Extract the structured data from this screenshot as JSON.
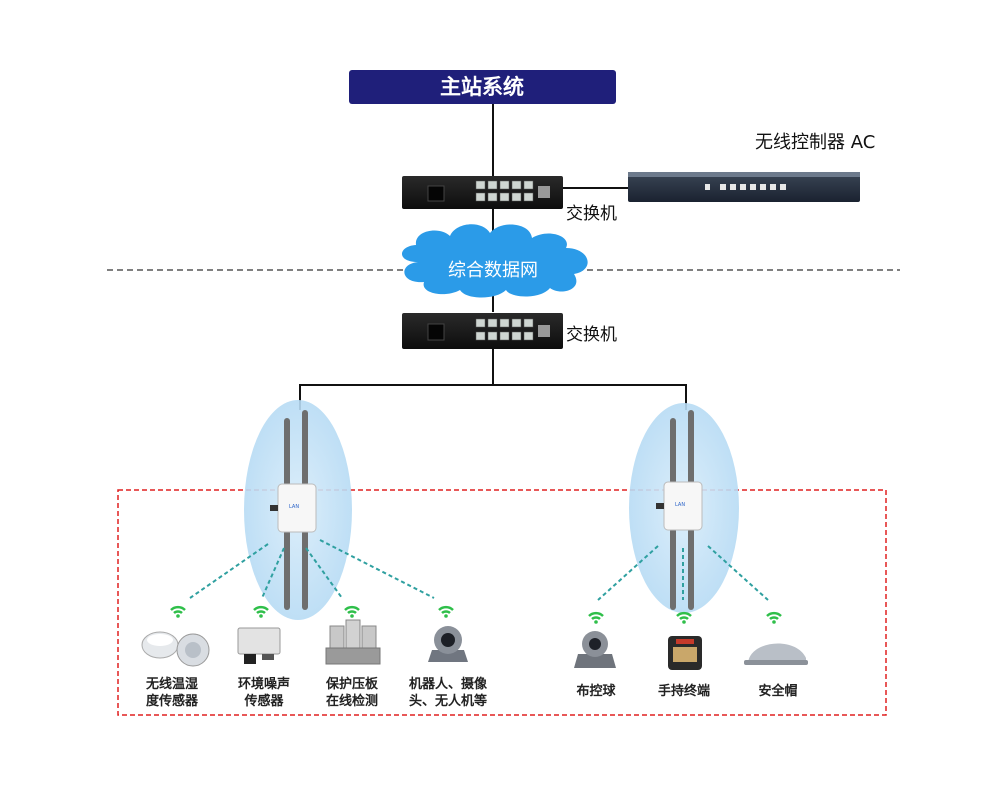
{
  "main_station": {
    "label": "主站系统",
    "fill": "#1f1f7a"
  },
  "ac": {
    "label": "无线控制器 AC"
  },
  "switch_top": {
    "label": "交换机"
  },
  "cloud": {
    "label": "综合数据网",
    "fill": "#2b9be8"
  },
  "switch_bottom": {
    "label": "交换机"
  },
  "zone": {
    "border_color": "#e02020"
  },
  "ap_halo_color": "#cfe6f7",
  "wifi_color": "#2fbf4a",
  "devices": [
    {
      "line1": "无线温湿",
      "line2": "度传感器"
    },
    {
      "line1": "环境噪声",
      "line2": "传感器"
    },
    {
      "line1": "保护压板",
      "line2": "在线检测"
    },
    {
      "line1": "机器人、摄像",
      "line2": "头、无人机等"
    },
    {
      "line1": "布控球",
      "line2": ""
    },
    {
      "line1": "手持终端",
      "line2": ""
    },
    {
      "line1": "安全帽",
      "line2": ""
    }
  ]
}
